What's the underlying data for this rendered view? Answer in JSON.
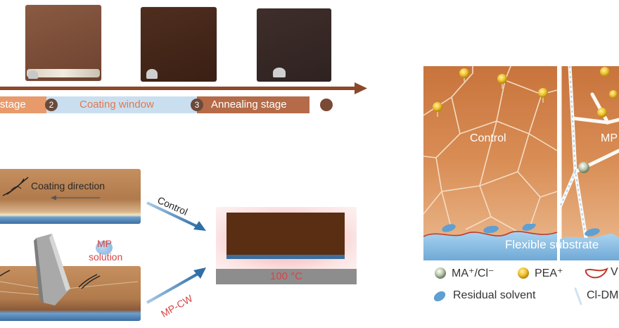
{
  "timeline": {
    "stage1_label": "stage",
    "stage2_number": "2",
    "stage2_label": "Coating window",
    "stage3_number": "3",
    "stage3_label": "Annealing stage"
  },
  "coating": {
    "direction_label": "Coating direction",
    "mp_label": "MP",
    "solution_label": "solution",
    "control_arrow_label": "Control",
    "mpcw_arrow_label": "MP-CW",
    "annealing_temp": "100 °C"
  },
  "grain_panel": {
    "control_label": "Control",
    "mp_label": "MP",
    "substrate_label": "Flexible substrate"
  },
  "legend": {
    "ma_cl": "MA⁺/Cl⁻",
    "pea": "PEA⁺",
    "v_label": "V",
    "residual_solvent": "Residual solvent",
    "cl_dm": "Cl-DM"
  },
  "colors": {
    "film_light": "#7a4e38",
    "film_mid": "#4a2b1c",
    "film_dark": "#3a2a28",
    "timeline_orange": "#e89a6a",
    "timeline_blue": "#c9dff0",
    "arrow_brown": "#8a4a2a",
    "arrow_blue": "#2f6fa8",
    "substrate_blue": "#8fc3e6"
  }
}
